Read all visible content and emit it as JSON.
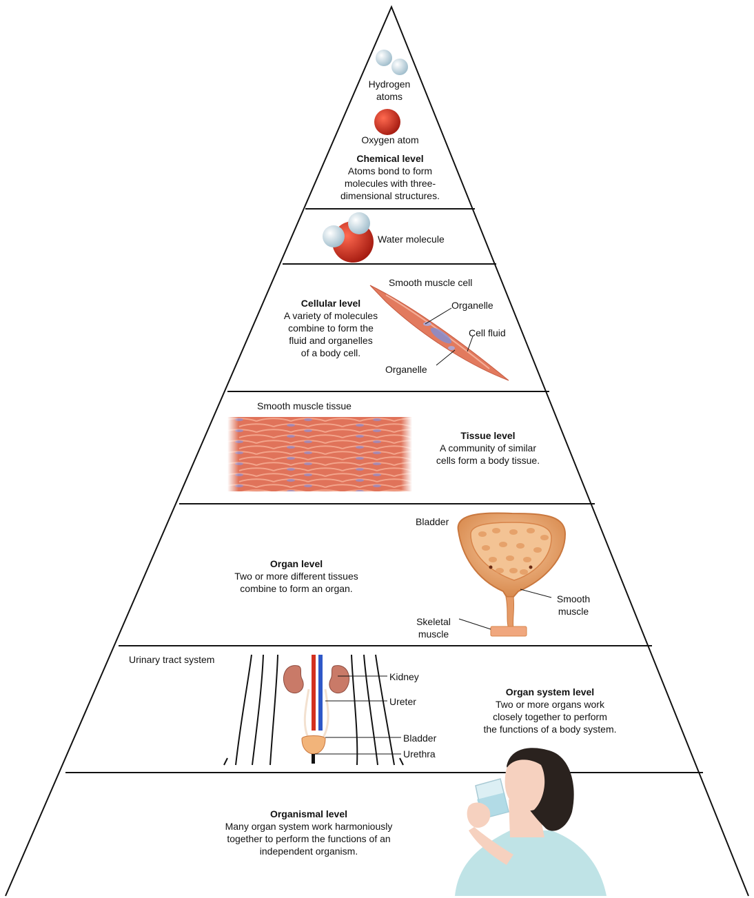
{
  "colors": {
    "outline": "#111111",
    "oxygen": "#c22a1c",
    "hydrogen": "#c9dde6",
    "muscle": "#e0735a",
    "muscle_light": "#f3a58c",
    "organelle": "#7f8fd6",
    "bladder": "#f2b47a",
    "bladder_dark": "#d77f45",
    "kidney": "#c97a68",
    "vein": "#2f58c8",
    "artery": "#d3301f",
    "skin": "#f6d1bf",
    "hair": "#2a221e",
    "shirt": "#bfe3e6"
  },
  "levels": {
    "chemical": {
      "hydrogen_label_1": "Hydrogen",
      "hydrogen_label_2": "atoms",
      "oxygen_label": "Oxygen atom",
      "title": "Chemical level",
      "desc_1": "Atoms bond to form",
      "desc_2": "molecules with three-",
      "desc_3": "dimensional structures."
    },
    "molecule": {
      "label": "Water molecule"
    },
    "cellular": {
      "title": "Cellular level",
      "desc_1": "A variety of molecules",
      "desc_2": "combine to form the",
      "desc_3": "fluid and organelles",
      "desc_4": "of a body cell.",
      "cell_label": "Smooth muscle cell",
      "organelle_top": "Organelle",
      "cell_fluid": "Cell fluid",
      "organelle_bottom": "Organelle"
    },
    "tissue": {
      "tissue_label": "Smooth muscle tissue",
      "title": "Tissue level",
      "desc_1": "A community of similar",
      "desc_2": "cells form a body tissue."
    },
    "organ": {
      "title": "Organ level",
      "desc_1": "Two or more different tissues",
      "desc_2": "combine to form an organ.",
      "bladder_label": "Bladder",
      "smooth_1": "Smooth",
      "smooth_2": "muscle",
      "skeletal_1": "Skeletal",
      "skeletal_2": "muscle"
    },
    "system": {
      "system_label": "Urinary tract system",
      "kidney": "Kidney",
      "ureter": "Ureter",
      "bladder": "Bladder",
      "urethra": "Urethra",
      "title": "Organ system level",
      "desc_1": "Two or more organs work",
      "desc_2": "closely together to perform",
      "desc_3": "the functions of a body system."
    },
    "organismal": {
      "title": "Organismal level",
      "desc_1": "Many organ system work harmoniously",
      "desc_2": "together to perform the functions of an",
      "desc_3": "independent organism."
    }
  }
}
